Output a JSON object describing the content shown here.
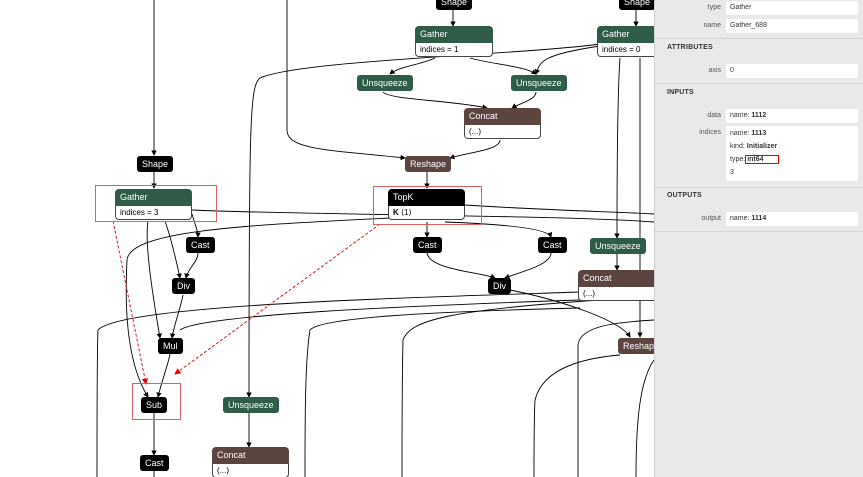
{
  "graph": {
    "nodes": {
      "shape_top1": "Shape",
      "shape_top2": "Shape",
      "gather_1": {
        "title": "Gather",
        "attr": "indices = 1"
      },
      "gather_0": {
        "title": "Gather",
        "attr": "indices = 0"
      },
      "unsqueeze_a": "Unsqueeze",
      "unsqueeze_b": "Unsqueeze",
      "concat_top": {
        "title": "Concat",
        "attr": "(...)"
      },
      "shape_left": "Shape",
      "reshape_mid": "Reshape",
      "gather_3": {
        "title": "Gather",
        "attr": "indices = 3"
      },
      "topk": {
        "title": "TopK",
        "attr_key": "K",
        "attr_val": "⟨1⟩"
      },
      "cast_a": "Cast",
      "cast_b": "Cast",
      "cast_c": "Cast",
      "unsqueeze_c": "Unsqueeze",
      "div_a": "Div",
      "div_b": "Div",
      "concat_right": {
        "title": "Concat",
        "attr": "(...)"
      },
      "mul": "Mul",
      "reshape_right": "Reshape",
      "sub": "Sub",
      "unsqueeze_d": "Unsqueeze",
      "cast_bottom": "Cast",
      "concat_bottom": {
        "title": "Concat",
        "attr": "(...)"
      }
    }
  },
  "panel": {
    "type_label": "type",
    "type_value": "Gather",
    "name_label": "name",
    "name_value": "Gather_688",
    "attributes_header": "ATTRIBUTES",
    "axis_label": "axis",
    "axis_value": "0",
    "inputs_header": "INPUTS",
    "data_label": "data",
    "data_name_prefix": "name:",
    "data_name_value": "1112",
    "indices_label": "indices",
    "indices_name_prefix": "name:",
    "indices_name_value": "1113",
    "indices_kind_prefix": "kind:",
    "indices_kind_value": "Initializer",
    "indices_type_prefix": "type:",
    "indices_type_value": "int64",
    "indices_value": "3",
    "outputs_header": "OUTPUTS",
    "output_label": "output",
    "output_name_prefix": "name:",
    "output_name_value": "1114"
  }
}
